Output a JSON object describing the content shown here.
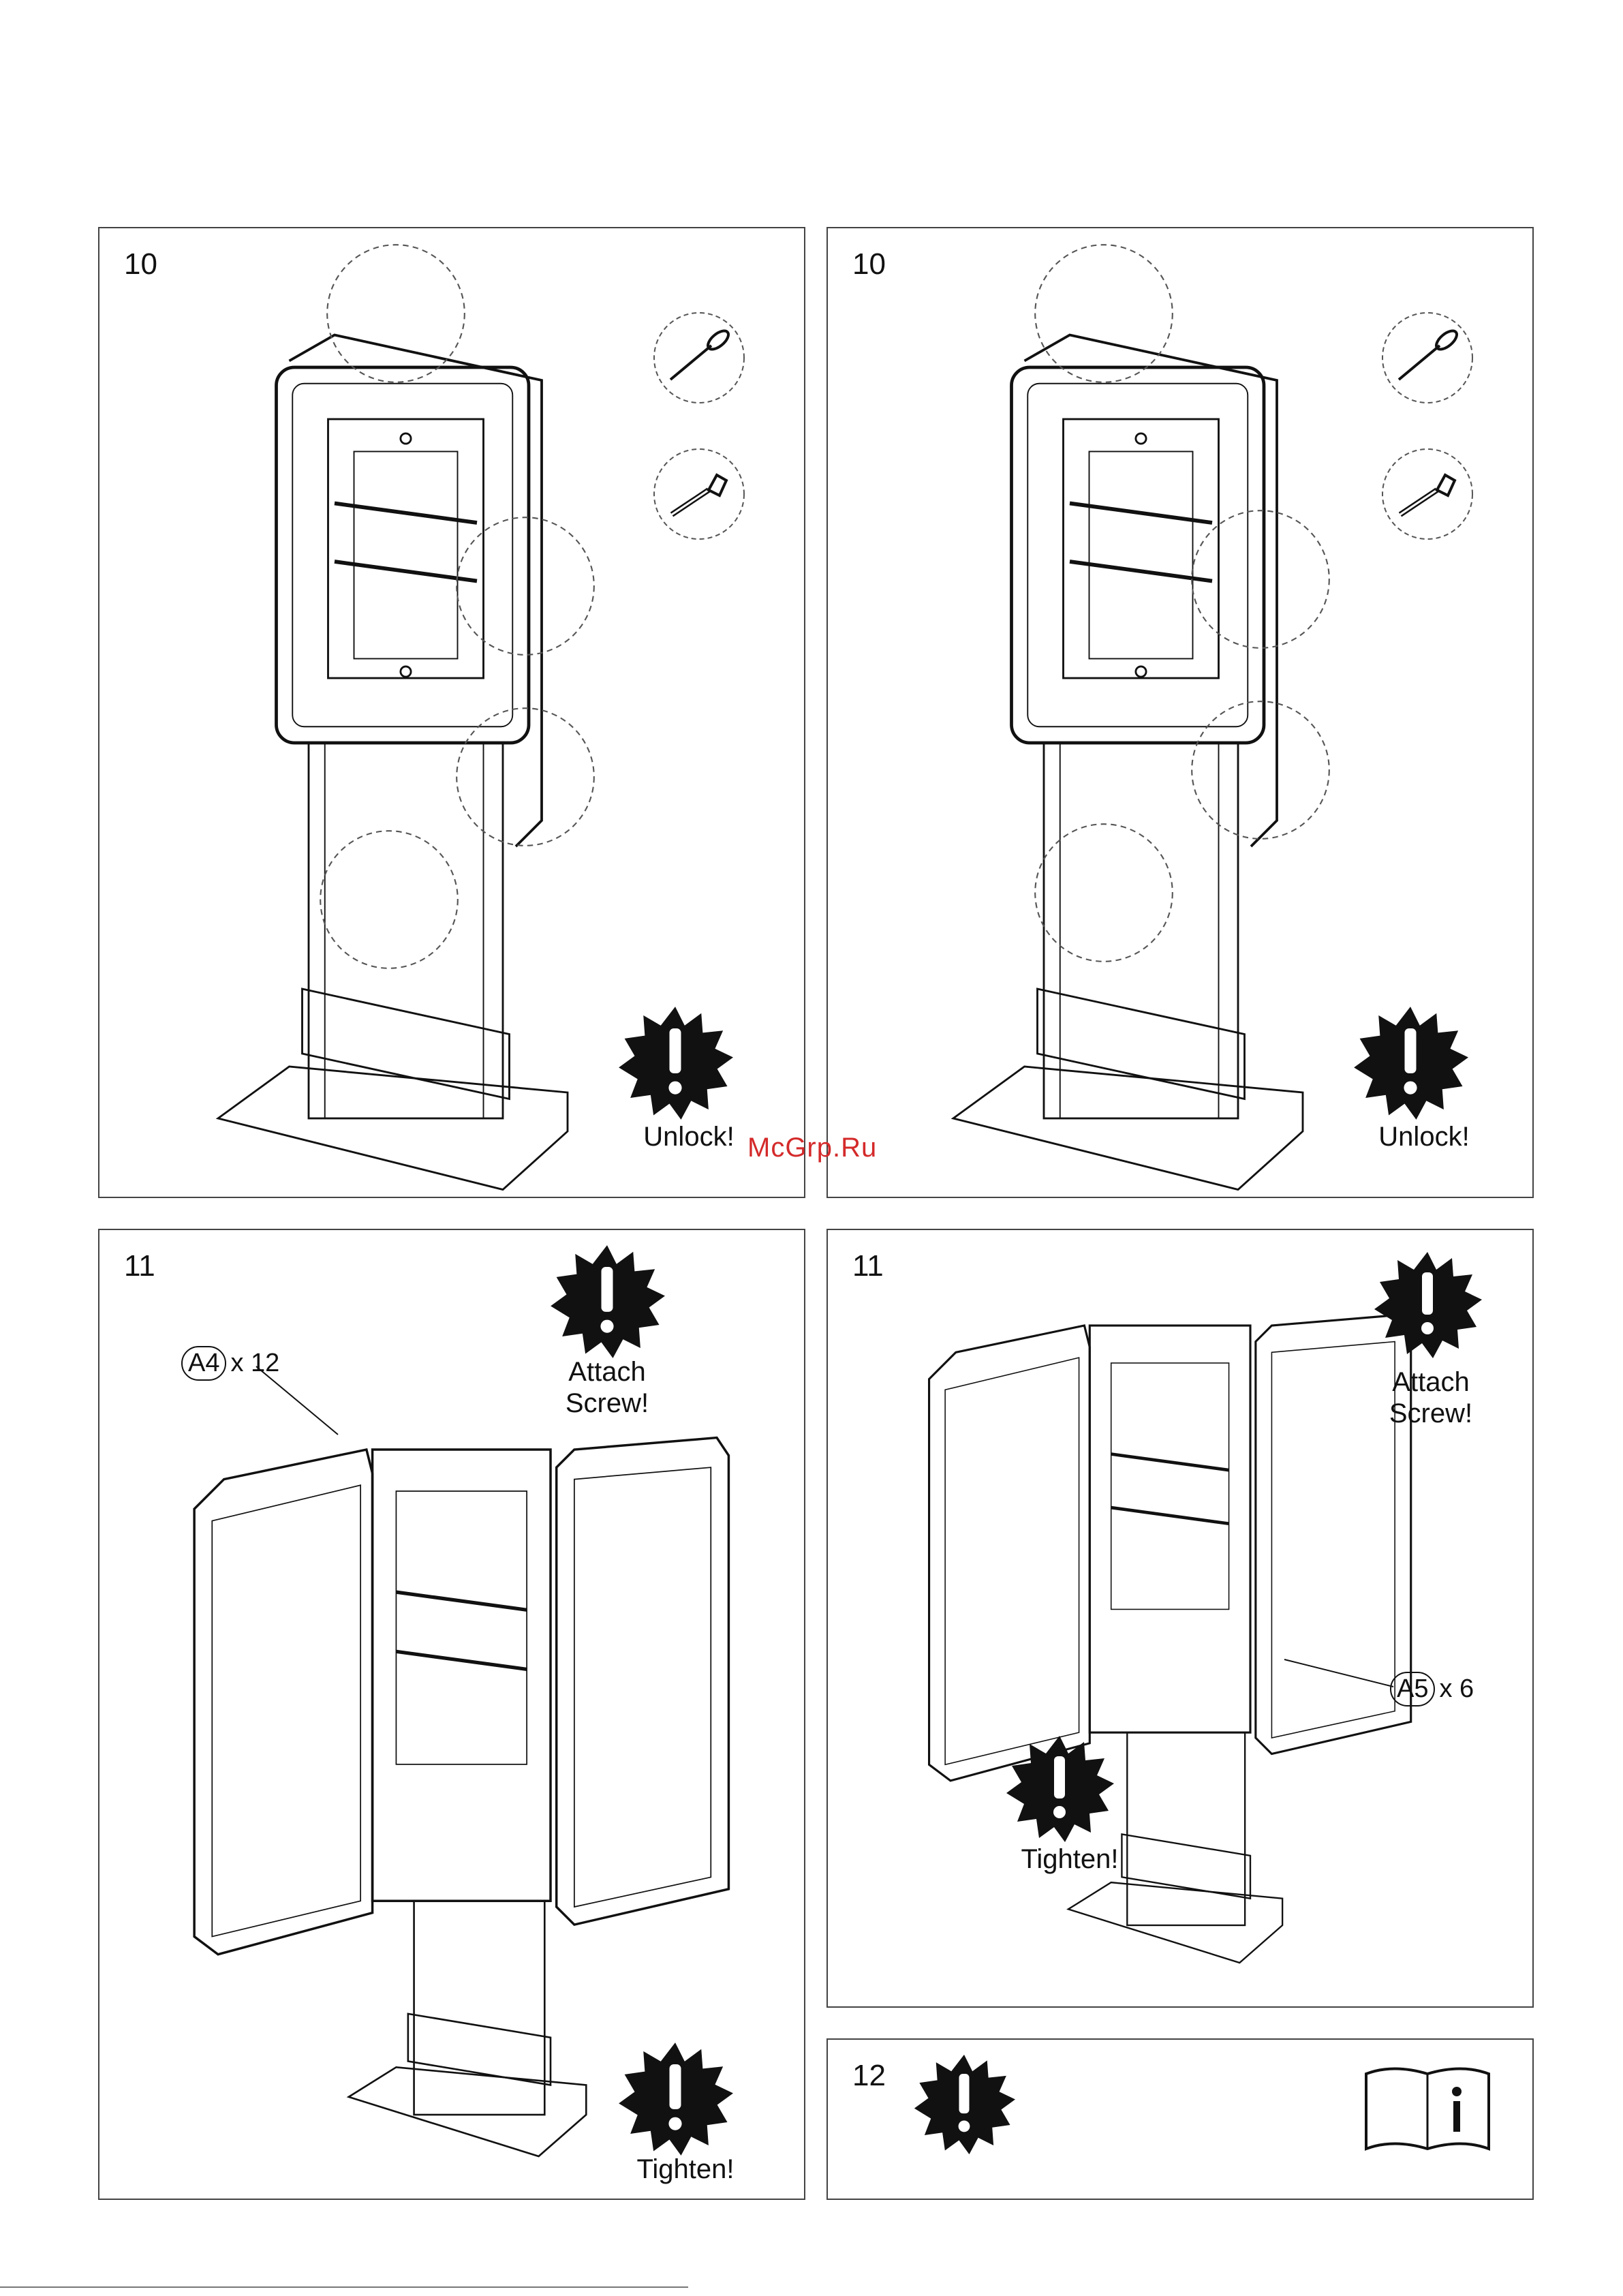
{
  "steps": {
    "p1": {
      "number": "10",
      "caption": "Unlock!"
    },
    "p2": {
      "number": "10",
      "caption": "Unlock!"
    },
    "p3": {
      "number": "11",
      "caption_top": "Attach\nScrew!",
      "caption_bottom": "Tighten!",
      "part_code": "A4",
      "part_qty": "x 12"
    },
    "p4": {
      "number": "11",
      "caption_top": "Attach\nScrew!",
      "caption_bottom": "Tighten!",
      "part_code": "A5",
      "part_qty": "x 6"
    },
    "p5": {
      "number": "12"
    }
  },
  "watermark": "McGrp.Ru",
  "icons": {
    "warning": "warning-starburst-icon",
    "manual": "info-manual-book-icon",
    "screwdriver": "screwdriver-icon",
    "key": "key-icon"
  },
  "colors": {
    "ink": "#111111",
    "frame": "#444444",
    "watermark": "#d42a2a"
  }
}
